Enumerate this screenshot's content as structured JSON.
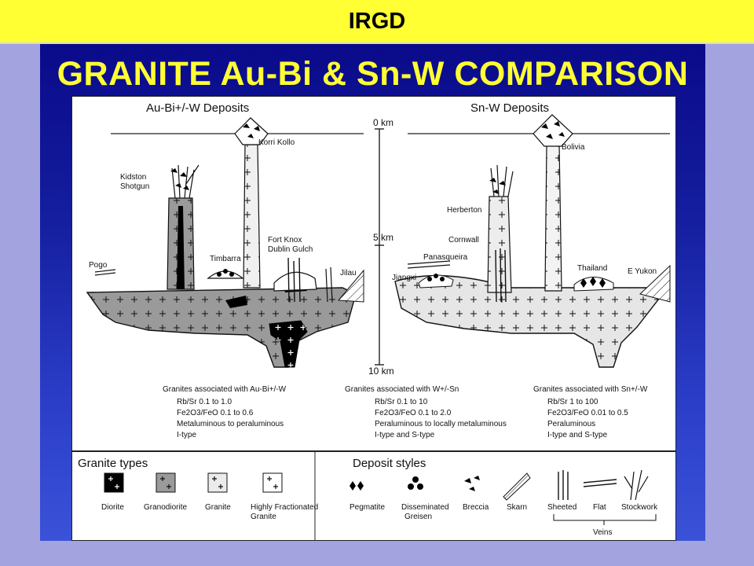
{
  "header": {
    "title": "IRGD"
  },
  "slide": {
    "title": "GRANITE Au-Bi & Sn-W COMPARISON"
  },
  "left": {
    "heading": "Au-Bi+/-W Deposits",
    "labels": {
      "korri": "Korri Kollo",
      "kidston1": "Kidston",
      "kidston2": "Shotgun",
      "timbarra": "Timbarra",
      "fortknox1": "Fort Knox",
      "fortknox2": "Dublin Gulch",
      "pogo": "Pogo",
      "jilau": "Jilau"
    }
  },
  "right": {
    "heading": "Sn-W Deposits",
    "labels": {
      "bolivia": "Bolivia",
      "herberton": "Herberton",
      "cornwall": "Cornwall",
      "panasqueira": "Panasqueira",
      "jiangxi": "Jiangxi",
      "thailand": "Thailand",
      "eyukon": "E Yukon"
    }
  },
  "depth": {
    "top": "0 km",
    "mid": "5 km",
    "bottom": "10 km"
  },
  "notes": {
    "left": {
      "title": "Granites associated with Au-Bi+/-W",
      "l1": "Rb/Sr 0.1 to 1.0",
      "l2": "Fe2O3/FeO 0.1 to 0.6",
      "l3": "Metaluminous to peraluminous",
      "l4": "I-type"
    },
    "mid": {
      "title": "Granites associated with W+/-Sn",
      "l1": "Rb/Sr 0.1 to 10",
      "l2": "Fe2O3/FeO 0.1 to 2.0",
      "l3": "Peraluminous to locally metaluminous",
      "l4": "I-type and S-type"
    },
    "right": {
      "title": "Granites associated with Sn+/-W",
      "l1": "Rb/Sr 1 to 100",
      "l2": "Fe2O3/FeO 0.01 to 0.5",
      "l3": "Peraluminous",
      "l4": "I-type and S-type"
    }
  },
  "legend": {
    "granite_title": "Granite types",
    "deposit_title": "Deposit styles",
    "granites": {
      "diorite": "Diorite",
      "granodiorite": "Granodiorite",
      "granite": "Granite",
      "hf1": "Highly Fractionated",
      "hf2": "Granite"
    },
    "deposits": {
      "pegmatite": "Pegmatite",
      "diss1": "Disseminated",
      "diss2": "Greisen",
      "breccia": "Breccia",
      "skarn": "Skarn",
      "sheeted": "Sheeted",
      "flat": "Flat",
      "stockwork": "Stockwork",
      "veins": "Veins"
    }
  }
}
